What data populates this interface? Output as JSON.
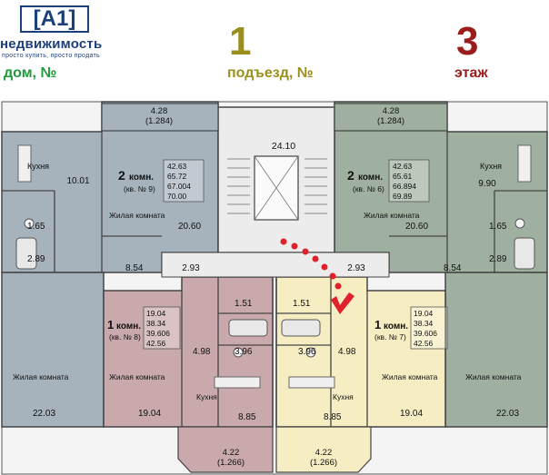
{
  "header": {
    "logo_mark": "[A1]",
    "logo_name": "недвижимость",
    "logo_tagline": "просто купить, просто продать",
    "house_label": "дом, №",
    "entrance_number": "1",
    "entrance_label": "подъезд, №",
    "floor_number": "3",
    "floor_label": "этаж"
  },
  "colors": {
    "brand": "#1d3f7a",
    "green": "#1f9a3a",
    "olive": "#9a8f1e",
    "maroon": "#9b1c1c",
    "apt_gray_blue": "#a6b3bd",
    "apt_green": "#9fb0a0",
    "apt_pink": "#c9a9ac",
    "apt_yellow": "#f6eec2",
    "common": "#ececec",
    "marker": "#e0202a"
  },
  "plan": {
    "common": {
      "corridor_width": "24.10",
      "hall_left": "2.93",
      "hall_right": "2.93"
    },
    "apartments": [
      {
        "id": "apt9",
        "rooms": "2",
        "rooms_unit": "комн.",
        "number": "(кв. № 9)",
        "areas": [
          "42.63",
          "65.72",
          "67.004",
          "70.00"
        ],
        "kitchen_label": "Кухня",
        "kitchen_area": "10.01",
        "living_label": "Жилая комната",
        "living_area": "20.60",
        "living2_area": "8.54",
        "bath_area": "1.65",
        "wc_area": "2.89",
        "bedroom_area": "22.03",
        "balcony_top": "4.28",
        "balcony_top_coef": "(1.284)"
      },
      {
        "id": "apt6",
        "rooms": "2",
        "rooms_unit": "комн.",
        "number": "(кв. № 6)",
        "areas": [
          "42.63",
          "65.61",
          "66.894",
          "69.89"
        ],
        "kitchen_label": "Кухня",
        "kitchen_area": "9.90",
        "living_label": "Жилая комната",
        "living_area": "20.60",
        "living2_area": "8.54",
        "bath_area": "1.65",
        "wc_area": "2.89",
        "bedroom_area": "22.03",
        "balcony_top": "4.28",
        "balcony_top_coef": "(1.284)"
      },
      {
        "id": "apt8",
        "rooms": "1",
        "rooms_unit": "комн.",
        "number": "(кв. № 8)",
        "areas": [
          "19.04",
          "38.34",
          "39.606",
          "42.56"
        ],
        "living_label": "Жилая комната",
        "living_area": "19.04",
        "bath_area": "1.51",
        "hall_area": "4.98",
        "wc_area": "3.96",
        "kitchen_label": "Кухня",
        "kitchen_area": "8.85",
        "balcony_bottom": "4.22",
        "balcony_bottom_coef": "(1.266)"
      },
      {
        "id": "apt7",
        "rooms": "1",
        "rooms_unit": "комн.",
        "number": "(кв. № 7)",
        "areas": [
          "19.04",
          "38.34",
          "39.606",
          "42.56"
        ],
        "living_label": "Жилая комната",
        "living_area": "19.04",
        "bath_area": "1.51",
        "hall_area": "4.98",
        "wc_area": "3.96",
        "kitchen_label": "Кухня",
        "kitchen_area": "8.85",
        "balcony_bottom": "4.22",
        "balcony_bottom_coef": "(1.266)"
      }
    ]
  }
}
